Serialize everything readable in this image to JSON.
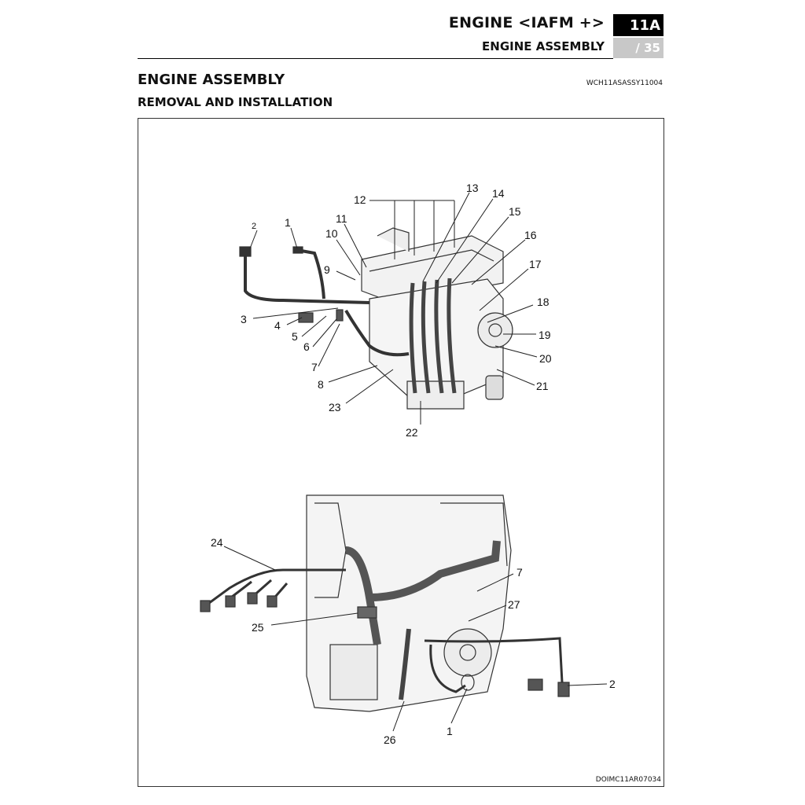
{
  "header": {
    "title": "ENGINE <IAFM +>",
    "subtitle": "ENGINE ASSEMBLY",
    "section": "11A",
    "page": "/ 35"
  },
  "content": {
    "title": "ENGINE ASSEMBLY",
    "subtitle": "REMOVAL AND INSTALLATION",
    "doc_code": "WCH11ASASSY11004"
  },
  "figure": {
    "code": "DOIMC11AR07034",
    "top_callouts": [
      "1",
      "2",
      "3",
      "4",
      "5",
      "6",
      "7",
      "8",
      "9",
      "10",
      "11",
      "12",
      "13",
      "14",
      "15",
      "16",
      "17",
      "18",
      "19",
      "20",
      "21",
      "22",
      "23"
    ],
    "bottom_callouts": [
      "24",
      "25",
      "7",
      "27",
      "2",
      "1",
      "26"
    ]
  }
}
